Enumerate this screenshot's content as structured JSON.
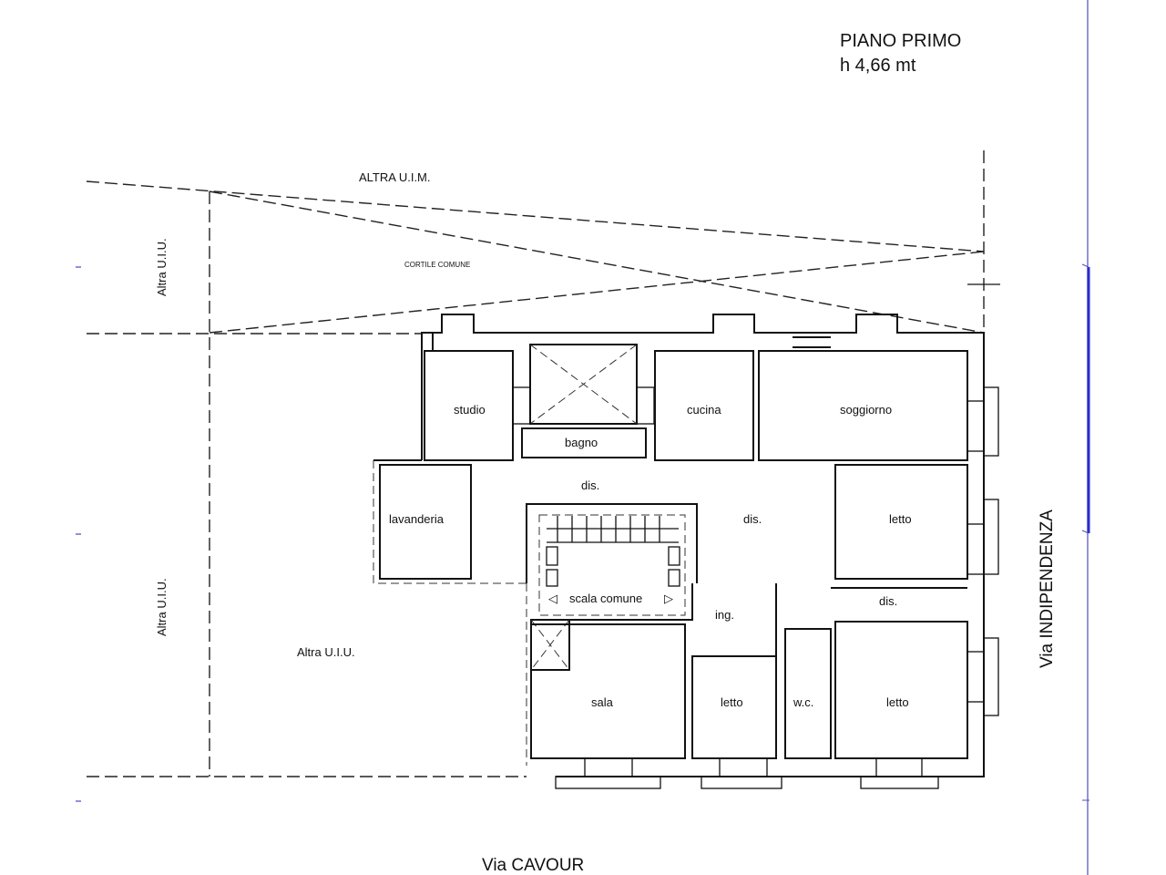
{
  "title": {
    "line1": "PIANO PRIMO",
    "line2": "h 4,66 mt"
  },
  "surroundings": {
    "top": "ALTRA U.I.M.",
    "courtyard": "CORTILE COMUNE",
    "left_upper": "Altra U.I.U.",
    "left_lower": "Altra U.I.U.",
    "left_bottom": "Altra U.I.U."
  },
  "streets": {
    "bottom": "Via CAVOUR",
    "right": "Via INDIPENDENZA"
  },
  "rooms": {
    "studio": "studio",
    "cucina": "cucina",
    "soggiorno": "soggiorno",
    "bagno": "bagno",
    "dis1": "dis.",
    "dis2": "dis.",
    "dis3": "dis.",
    "lavanderia": "lavanderia",
    "letto1": "letto",
    "scala": "scala comune",
    "ing": "ing.",
    "sala": "sala",
    "letto2": "letto",
    "wc": "w.c.",
    "letto3": "letto"
  },
  "colors": {
    "scrollbar": "#2a2ad0",
    "line": "#111111"
  }
}
